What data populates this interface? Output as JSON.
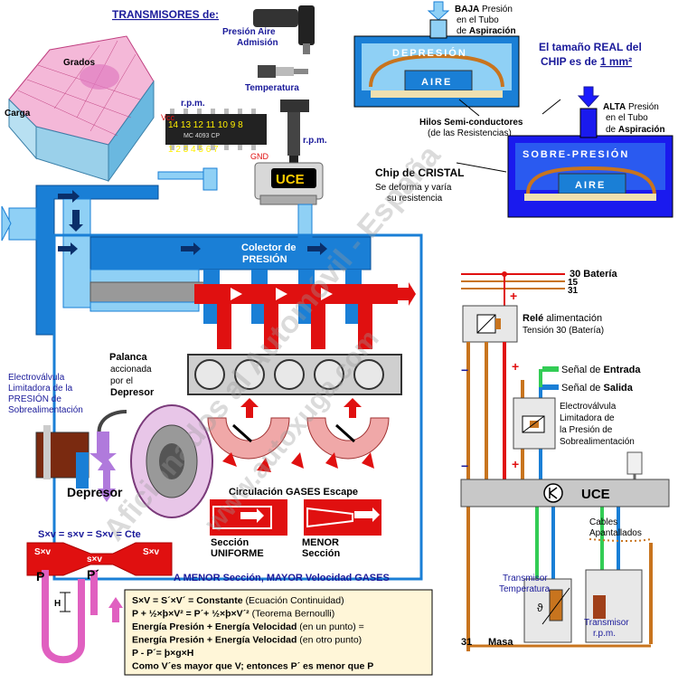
{
  "labels": {
    "transmisores_title": "TRANSMISORES de:",
    "presion_aire": "Presión Aire",
    "admision": "Admisión",
    "temperatura": "Temperatura",
    "rpm_top": "r.p.m.",
    "rpm_sensor": "r.p.m.",
    "grados": "Grados",
    "carga": "Carga",
    "chip_vcc": "Vcc",
    "chip_gnd": "GND",
    "chip_pins_top": "14 13 12 11 10 9  8",
    "chip_pins_bottom": "1  2  3  4  5  6  7",
    "chip_marking": "MC 4093 CP",
    "uce_top": "UCE",
    "baja_line1a": "BAJA",
    "baja_line1b": " Presión",
    "baja_line2": "en el Tubo",
    "baja_line3a": "de ",
    "baja_line3b": "Aspiración",
    "depresion": "DEPRESIÓN",
    "aire_1": "AIRE",
    "chip_real_line1": "El tamaño REAL del",
    "chip_real_line2a": "CHIP es de ",
    "chip_real_line2b": "1 mm²",
    "alta_line1a": "ALTA",
    "alta_line1b": " Presión",
    "alta_line2": "en el Tubo",
    "alta_line3a": "de ",
    "alta_line3b": "Aspiración",
    "hilos_line1": "Hilos Semi-conductores",
    "hilos_line2": "(de las Resistencias)",
    "sobrepresion": "SOBRE-PRESIÓN",
    "aire_2": "AIRE",
    "chip_cristal": "Chip de CRISTAL",
    "se_deforma_1": "Se deforma y varía",
    "se_deforma_2": "su resistencia",
    "colector_1": "Colector de",
    "colector_2": "PRESIÓN",
    "palanca_1": "Palanca",
    "palanca_2": "accionada",
    "palanca_3": "por el",
    "palanca_4": "Depresor",
    "electro_1": "Electroválvula",
    "electro_2": "Limitadora de la",
    "electro_3": "PRESIÓN de",
    "electro_4": "Sobrealimentación",
    "depresor": "Depresor",
    "circulacion": "Circulación GASES Escape",
    "seccion_1": "Sección",
    "seccion_2": "UNIFORME",
    "menor_1": "MENOR",
    "menor_2": "Sección",
    "a_menor": "A MENOR Sección, MAYOR Velocidad GASES",
    "sxv_header": "S×v = s×v = S×v = Cte",
    "sxv_1": "S×v",
    "sxv_2": "s×v",
    "sxv_3": "S×v",
    "p_label": "P",
    "p_prime_label": "P´",
    "h_label": "H",
    "bateria_30": "30  Batería",
    "n15": "15",
    "n31_top": "31",
    "rele_1a": "Relé",
    "rele_1b": " alimentación",
    "rele_2": "Tensión 30 (Batería)",
    "senal_entrada_a": "Señal de ",
    "senal_entrada_b": "Entrada",
    "senal_salida_a": "Señal de ",
    "senal_salida_b": "Salida",
    "electro_r_1": "Electroválvula",
    "electro_r_2": "Limitadora de",
    "electro_r_3": "la Presión de",
    "electro_r_4": "Sobrealimentación",
    "uce_main": "UCE",
    "cables_1": "Cables",
    "cables_2": "Apantallados",
    "trans_temp_1": "Transmisor",
    "trans_temp_2": "Temperatura",
    "trans_rpm_1": "Transmisor",
    "trans_rpm_2": "r.p.m.",
    "masa_31": "31",
    "masa": "Masa",
    "watermark": "Aficionados al Automóvil - España",
    "watermark2": "www.autoxuga.com"
  },
  "formulas": [
    {
      "a": "S×V = S´×V´ = Constante",
      "b": " (Ecuación Continuidad)"
    },
    {
      "a": "P + ½×þ×V² = P´+ ½×þ×V´²",
      "b": " (Teorema Bernoulli)"
    },
    {
      "a": "Energía Presión + Energía Velocidad",
      "b": " (en un punto) ="
    },
    {
      "a": "Energía Presión + Energía Velocidad",
      "b": " (en otro punto)"
    },
    {
      "a": "P - P´= þ×g×H",
      "b": ""
    },
    {
      "a": "Como V´es mayor que V; entonces P´ es menor que P",
      "b": ""
    }
  ],
  "colors": {
    "pipe_blue": "#1a7fd6",
    "pipe_light": "#8fd0f5",
    "red": "#e01010",
    "dark_blue": "#1a1a9a",
    "orange": "#c8741e",
    "green": "#33cc55",
    "magenta": "#e060c0",
    "purple": "#b07adc"
  }
}
